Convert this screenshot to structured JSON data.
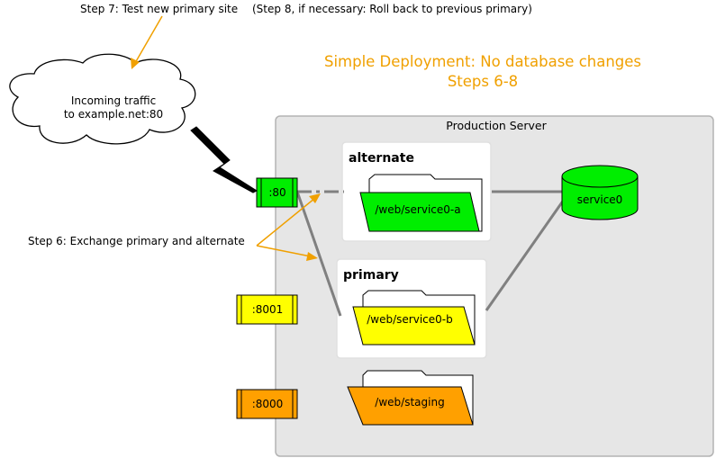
{
  "annotations": {
    "step7": "Step 7: Test new primary site",
    "step8": "(Step 8, if necessary: Roll back to previous primary)",
    "step6": "Step 6: Exchange primary and alternate"
  },
  "title": {
    "line1": "Simple Deployment: No database changes",
    "line2": "Steps 6-8"
  },
  "cloud": {
    "line1": "Incoming traffic",
    "line2": "to example.net:80"
  },
  "server": {
    "label": "Production Server",
    "alternate_label": "alternate",
    "primary_label": "primary",
    "folders": {
      "alternate": "/web/service0-a",
      "primary": "/web/service0-b",
      "staging": "/web/staging"
    },
    "database": "service0"
  },
  "ports": {
    "p80": ":80",
    "p8001": ":8001",
    "p8000": ":8000"
  },
  "colors": {
    "title_orange": "#f0a000",
    "green": "#00ee00",
    "yellow": "#ffff00",
    "orange": "#ffa000",
    "server_bg": "#e6e6e6",
    "connector_gray": "#808080"
  }
}
